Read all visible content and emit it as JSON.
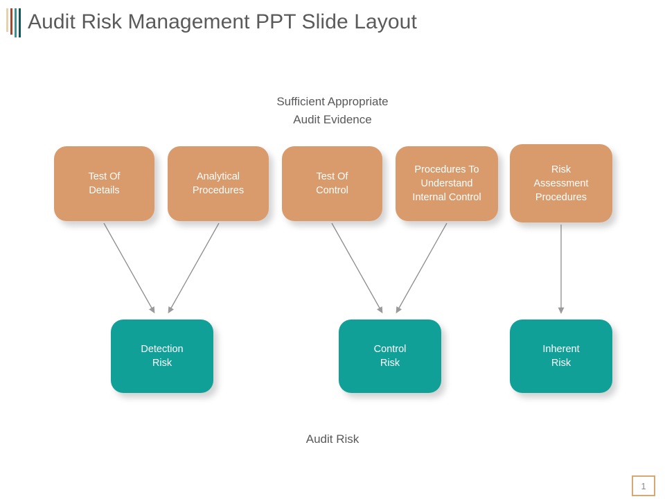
{
  "header": {
    "title": "Audit Risk Management PPT Slide Layout",
    "accent_colors": [
      "#e8cfae",
      "#a8462a",
      "#3d8f8b",
      "#10575c"
    ]
  },
  "diagram": {
    "top_caption": "Sufficient Appropriate\nAudit Evidence",
    "top_caption_line1": "Sufficient Appropriate",
    "top_caption_line2": "Audit Evidence",
    "bottom_caption": "Audit Risk",
    "evidence_color": "#d99a6c",
    "risk_color": "#10a098",
    "arrow_color": "#8c8c8c",
    "evidence_nodes": [
      {
        "id": "test-of-details",
        "line1": "Test Of",
        "line2": "Details"
      },
      {
        "id": "analytical-procedures",
        "line1": "Analytical",
        "line2": "Procedures"
      },
      {
        "id": "test-of-control",
        "line1": "Test Of",
        "line2": "Control"
      },
      {
        "id": "procedures-understand",
        "line1": "Procedures To",
        "line2": "Understand",
        "line3": "Internal Control"
      },
      {
        "id": "risk-assessment",
        "line1": "Risk",
        "line2": "Assessment",
        "line3": "Procedures"
      }
    ],
    "risk_nodes": [
      {
        "id": "detection-risk",
        "line1": "Detection",
        "line2": "Risk"
      },
      {
        "id": "control-risk",
        "line1": "Control",
        "line2": "Risk"
      },
      {
        "id": "inherent-risk",
        "line1": "Inherent",
        "line2": "Risk"
      }
    ]
  },
  "footer": {
    "page_number": "1"
  }
}
